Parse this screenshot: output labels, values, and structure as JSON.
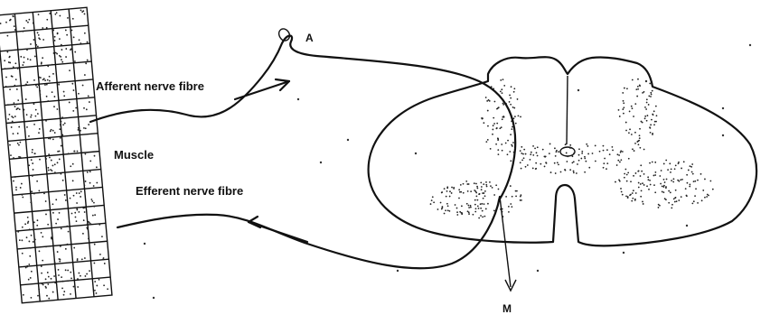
{
  "labels": {
    "receptor": "A",
    "afferent": "Afferent nerve fibre",
    "muscle": "Muscle",
    "efferent": "Efferent nerve fibre",
    "motor_neuron": "M"
  }
}
